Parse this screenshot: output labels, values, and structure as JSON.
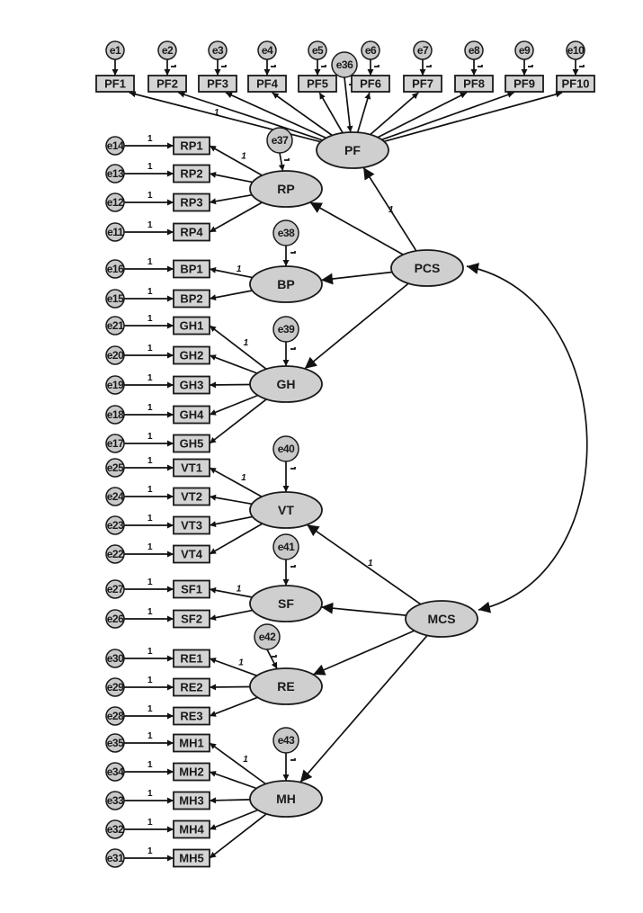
{
  "latents": {
    "PF": "PF",
    "RP": "RP",
    "BP": "BP",
    "GH": "GH",
    "VT": "VT",
    "SF": "SF",
    "RE": "RE",
    "MH": "MH",
    "PCS": "PCS",
    "MCS": "MCS"
  },
  "pf_indicators": [
    {
      "label": "PF1",
      "error": "e1"
    },
    {
      "label": "PF2",
      "error": "e2"
    },
    {
      "label": "PF3",
      "error": "e3"
    },
    {
      "label": "PF4",
      "error": "e4"
    },
    {
      "label": "PF5",
      "error": "e5"
    },
    {
      "label": "PF6",
      "error": "e6"
    },
    {
      "label": "PF7",
      "error": "e7"
    },
    {
      "label": "PF8",
      "error": "e8"
    },
    {
      "label": "PF9",
      "error": "e9"
    },
    {
      "label": "PF10",
      "error": "e10"
    }
  ],
  "left_indicators": [
    {
      "label": "RP1",
      "error": "e14",
      "factor": "RP"
    },
    {
      "label": "RP2",
      "error": "e13",
      "factor": "RP"
    },
    {
      "label": "RP3",
      "error": "e12",
      "factor": "RP"
    },
    {
      "label": "RP4",
      "error": "e11",
      "factor": "RP"
    },
    {
      "label": "BP1",
      "error": "e16",
      "factor": "BP"
    },
    {
      "label": "BP2",
      "error": "e15",
      "factor": "BP"
    },
    {
      "label": "GH1",
      "error": "e21",
      "factor": "GH"
    },
    {
      "label": "GH2",
      "error": "e20",
      "factor": "GH"
    },
    {
      "label": "GH3",
      "error": "e19",
      "factor": "GH"
    },
    {
      "label": "GH4",
      "error": "e18",
      "factor": "GH"
    },
    {
      "label": "GH5",
      "error": "e17",
      "factor": "GH"
    },
    {
      "label": "VT1",
      "error": "e25",
      "factor": "VT"
    },
    {
      "label": "VT2",
      "error": "e24",
      "factor": "VT"
    },
    {
      "label": "VT3",
      "error": "e23",
      "factor": "VT"
    },
    {
      "label": "VT4",
      "error": "e22",
      "factor": "VT"
    },
    {
      "label": "SF1",
      "error": "e27",
      "factor": "SF"
    },
    {
      "label": "SF2",
      "error": "e26",
      "factor": "SF"
    },
    {
      "label": "RE1",
      "error": "e30",
      "factor": "RE"
    },
    {
      "label": "RE2",
      "error": "e29",
      "factor": "RE"
    },
    {
      "label": "RE3",
      "error": "e28",
      "factor": "RE"
    },
    {
      "label": "MH1",
      "error": "e35",
      "factor": "MH"
    },
    {
      "label": "MH2",
      "error": "e34",
      "factor": "MH"
    },
    {
      "label": "MH3",
      "error": "e33",
      "factor": "MH"
    },
    {
      "label": "MH4",
      "error": "e32",
      "factor": "MH"
    },
    {
      "label": "MH5",
      "error": "e31",
      "factor": "MH"
    }
  ],
  "disturbances": {
    "PF": "e36",
    "RP": "e37",
    "BP": "e38",
    "GH": "e39",
    "VT": "e40",
    "SF": "e41",
    "RE": "e42",
    "MH": "e43"
  },
  "fixed_weight": "1",
  "colors": {
    "node_fill": "#cfcfcf",
    "stroke": "#1a1a1a"
  }
}
